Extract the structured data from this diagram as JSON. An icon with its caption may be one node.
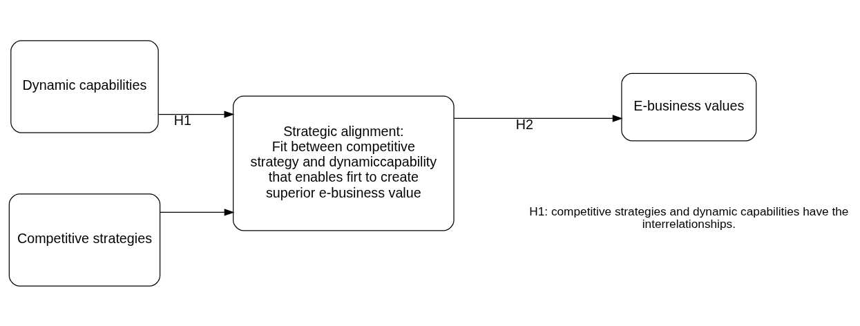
{
  "diagram": {
    "nodes": [
      {
        "text": [
          "Dynamic capabilities"
        ]
      },
      {
        "text": [
          "Competitive strategies"
        ]
      },
      {
        "text": [
          "Strategic alignment:",
          "Fit between competitive strategy and dynamiccapability that enables firt to create superior e-business value"
        ]
      },
      {
        "text": [
          "E-business values"
        ]
      }
    ],
    "edges": [
      {
        "from": 0,
        "to": 2,
        "arrow": "to",
        "label": "H1"
      },
      {
        "from": 1,
        "to": 2,
        "arrow": "to"
      },
      {
        "from": 2,
        "to": 3,
        "arrow": "to",
        "label": "H2"
      }
    ],
    "labels": [
      "H1: competitive strategies and dynamic capabilities have the interrelationships."
    ]
  }
}
